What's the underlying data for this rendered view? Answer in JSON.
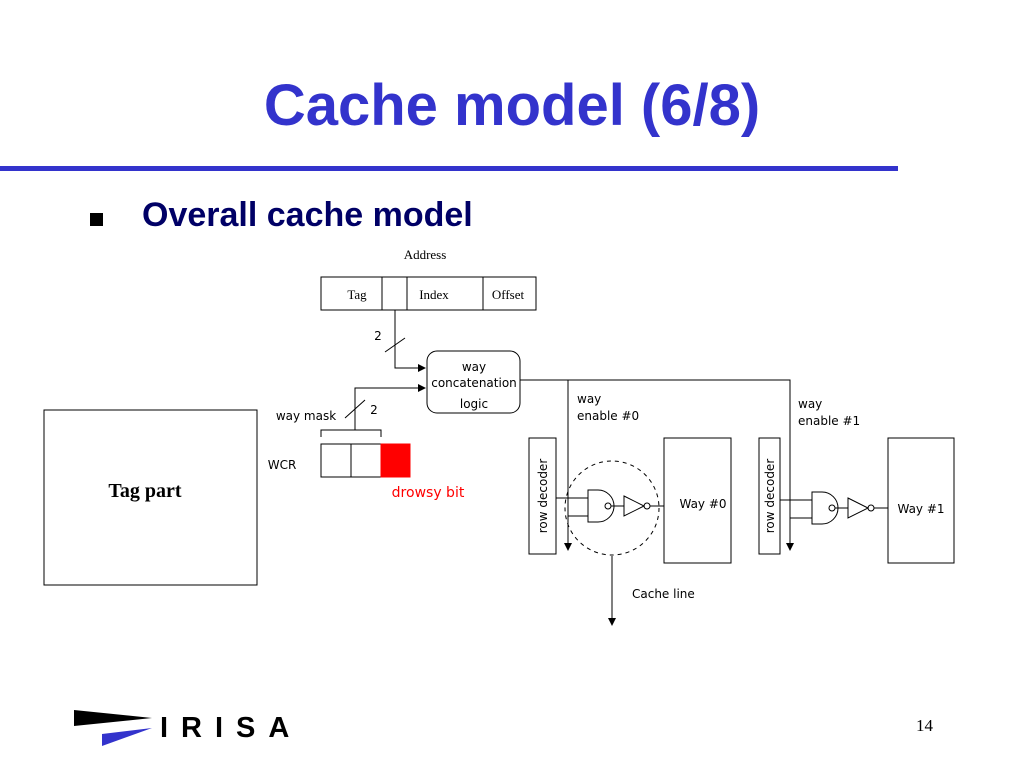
{
  "slide": {
    "title": "Cache model (6/8)",
    "bullet": "Overall cache model",
    "page_number": "14",
    "title_color": "#3333cc",
    "bullet_color": "#000066"
  },
  "diagram": {
    "address_label": "Address",
    "address_fields": [
      "Tag",
      "Index",
      "Offset"
    ],
    "bus_width_upper": "2",
    "bus_width_lower": "2",
    "logic_block": [
      "way",
      "concatenation",
      "logic"
    ],
    "way_mask_label": "way mask",
    "wcr_label": "WCR",
    "drowsy_label": "drowsy bit",
    "drowsy_color": "#ff0000",
    "tag_part_label": "Tag part",
    "way0_enable": [
      "way",
      "enable #0"
    ],
    "way1_enable": [
      "way",
      "enable #1"
    ],
    "row_decoder_label": "row decoder",
    "way0_label": "Way #0",
    "way1_label": "Way #1",
    "cache_line_label": "Cache line"
  },
  "logo": {
    "text": "IRISA"
  }
}
